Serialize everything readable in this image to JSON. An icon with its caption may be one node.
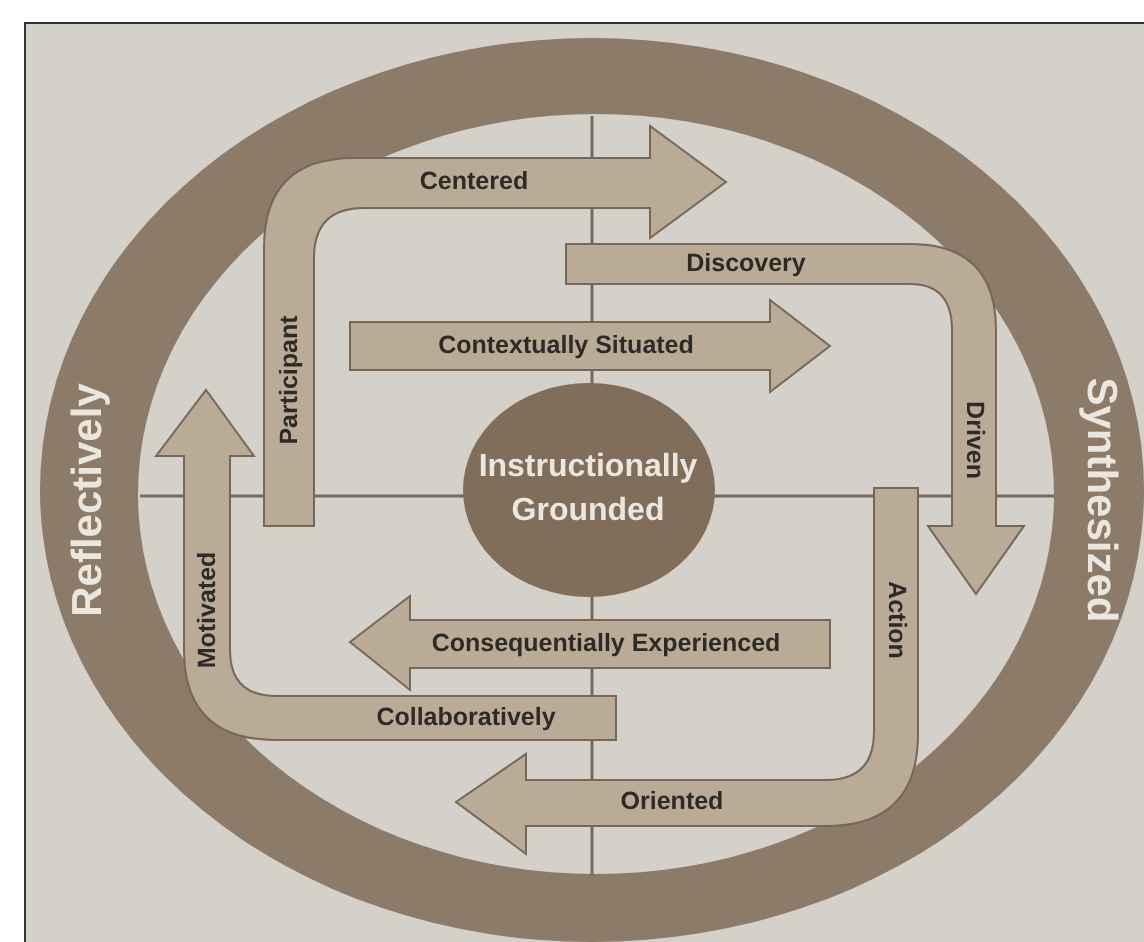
{
  "diagram": {
    "nodes": [
      {
        "text": [
          "Reflectively",
          "Synthesized"
        ]
      },
      {
        "text": [
          "Participant",
          "Centered"
        ],
        "in": 0
      },
      {
        "text": [
          "Discovery",
          "Driven"
        ],
        "in": 0
      },
      {
        "text": [
          "Contextually Situated"
        ],
        "in": 0
      },
      {
        "text": [
          "Instructionally Grounded"
        ],
        "in": 0
      },
      {
        "text": [
          "Action",
          "Oriented"
        ],
        "in": 0
      },
      {
        "text": [
          "Consequentially Experienced"
        ],
        "in": 0
      },
      {
        "text": [
          "Motivated",
          "Collaboratively"
        ],
        "in": 0
      }
    ]
  }
}
